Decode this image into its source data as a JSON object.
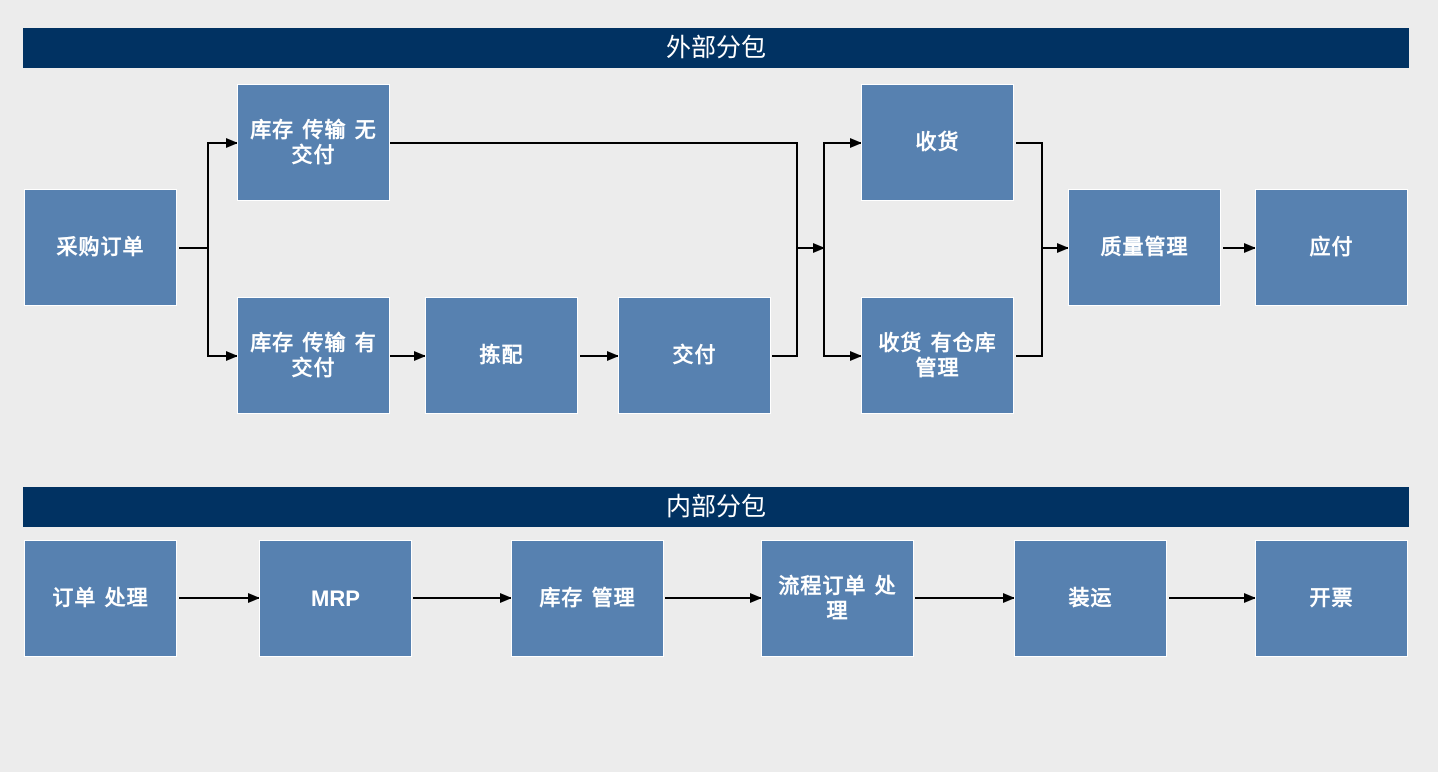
{
  "external": {
    "title": "外部分包",
    "nodes": {
      "purchase_order": "采购订单",
      "stock_transfer_no_delivery": "库存 传输 无交付",
      "stock_transfer_with_delivery": "库存 传输 有交付",
      "picking": "拣配",
      "delivery": "交付",
      "goods_receipt": "收货",
      "goods_receipt_wm": "收货 有仓库管理",
      "quality_management": "质量管理",
      "accounts_payable": "应付"
    }
  },
  "internal": {
    "title": "内部分包",
    "nodes": {
      "order_processing": "订单 处理",
      "mrp": "MRP",
      "inventory_management": "库存 管理",
      "process_order_processing": "流程订单 处理",
      "shipping": "装运",
      "billing": "开票"
    }
  },
  "colors": {
    "banner": "#013262",
    "box": "#5781b0",
    "background": "#ececec",
    "connector": "#000000"
  }
}
